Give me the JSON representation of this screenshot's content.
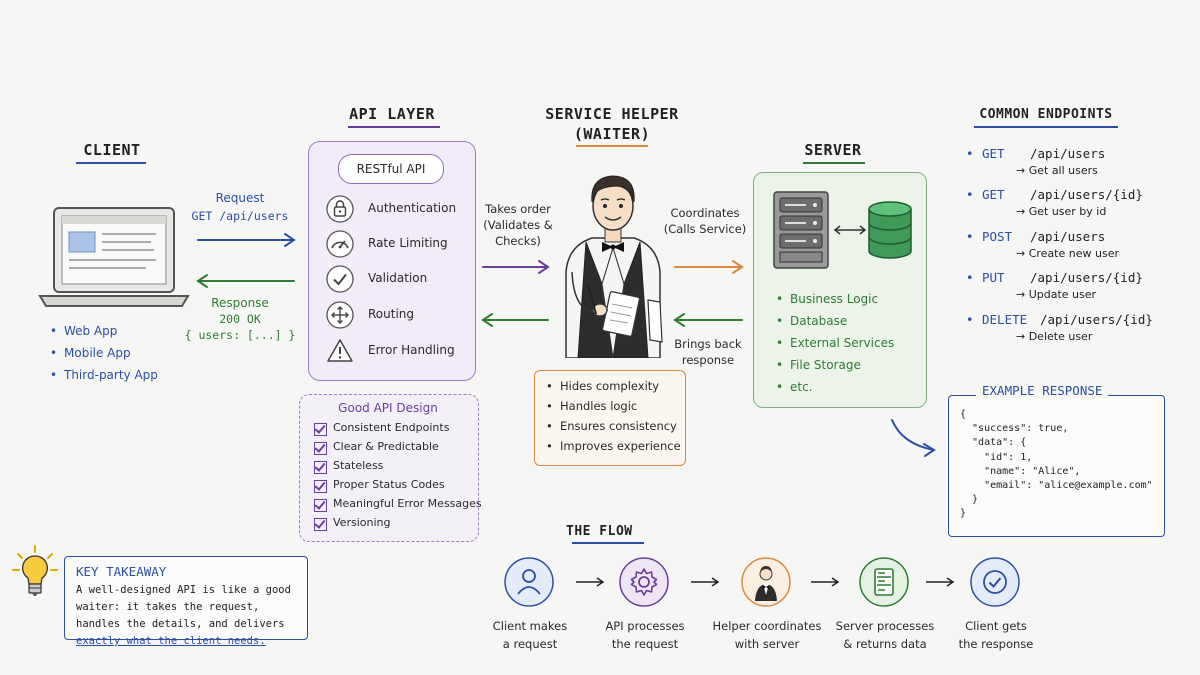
{
  "client": {
    "title": "CLIENT",
    "request_label": "Request",
    "request_path": "GET /api/users",
    "response_label": "Response",
    "response_status": "200 OK",
    "response_body": "{ users: [...] }",
    "apps": [
      "Web App",
      "Mobile App",
      "Third-party App"
    ]
  },
  "api_layer": {
    "title": "API LAYER",
    "badge": "RESTful API",
    "items": [
      {
        "label": "Authentication",
        "icon": "lock-icon"
      },
      {
        "label": "Rate Limiting",
        "icon": "gauge-icon"
      },
      {
        "label": "Validation",
        "icon": "check-circle-icon"
      },
      {
        "label": "Routing",
        "icon": "routing-arrows-icon"
      },
      {
        "label": "Error Handling",
        "icon": "warning-icon"
      }
    ],
    "design": {
      "title": "Good API Design",
      "items": [
        "Consistent Endpoints",
        "Clear & Predictable",
        "Stateless",
        "Proper Status Codes",
        "Meaningful Error Messages",
        "Versioning"
      ]
    }
  },
  "helper": {
    "title_line1": "SERVICE HELPER",
    "title_line2": "(WAITER)",
    "takes_order": [
      "Takes order",
      "(Validates &",
      "Checks)"
    ],
    "coordinates": [
      "Coordinates",
      "(Calls Service)"
    ],
    "brings_back": [
      "Brings back",
      "response"
    ],
    "benefits": [
      "Hides complexity",
      "Handles logic",
      "Ensures consistency",
      "Improves experience"
    ]
  },
  "server": {
    "title": "SERVER",
    "items": [
      "Business Logic",
      "Database",
      "External Services",
      "File Storage",
      "etc."
    ]
  },
  "endpoints": {
    "title": "COMMON ENDPOINTS",
    "items": [
      {
        "method": "GET",
        "path": "/api/users",
        "desc": "→ Get all users"
      },
      {
        "method": "GET",
        "path": "/api/users/{id}",
        "desc": "→ Get user by id"
      },
      {
        "method": "POST",
        "path": "/api/users",
        "desc": "→ Create new user"
      },
      {
        "method": "PUT",
        "path": "/api/users/{id}",
        "desc": "→ Update user"
      },
      {
        "method": "DELETE",
        "path": "/api/users/{id}",
        "desc": "→ Delete user"
      }
    ]
  },
  "example_response": {
    "title": "EXAMPLE RESPONSE",
    "code": "{\n  \"success\": true,\n  \"data\": {\n    \"id\": 1,\n    \"name\": \"Alice\",\n    \"email\": \"alice@example.com\"\n  }\n}"
  },
  "key_takeaway": {
    "title": "KEY TAKEAWAY",
    "text_before": "A well-designed API is like a good waiter: it takes the request, handles the details, and delivers ",
    "text_highlight": "exactly what the client needs."
  },
  "flow": {
    "title": "THE FLOW",
    "steps": [
      {
        "line1": "Client makes",
        "line2": "a request",
        "icon": "user-icon"
      },
      {
        "line1": "API processes",
        "line2": "the request",
        "icon": "gear-icon"
      },
      {
        "line1": "Helper coordinates",
        "line2": "with server",
        "icon": "waiter-icon"
      },
      {
        "line1": "Server processes",
        "line2": "& returns data",
        "icon": "server-icon"
      },
      {
        "line1": "Client gets",
        "line2": "the response",
        "icon": "check-circle-icon"
      }
    ]
  },
  "colors": {
    "blue": "#2b4fa3",
    "purple": "#6a3e9c",
    "orange": "#d98a3c",
    "green": "#2e7d32",
    "yellow": "#f2c230"
  }
}
